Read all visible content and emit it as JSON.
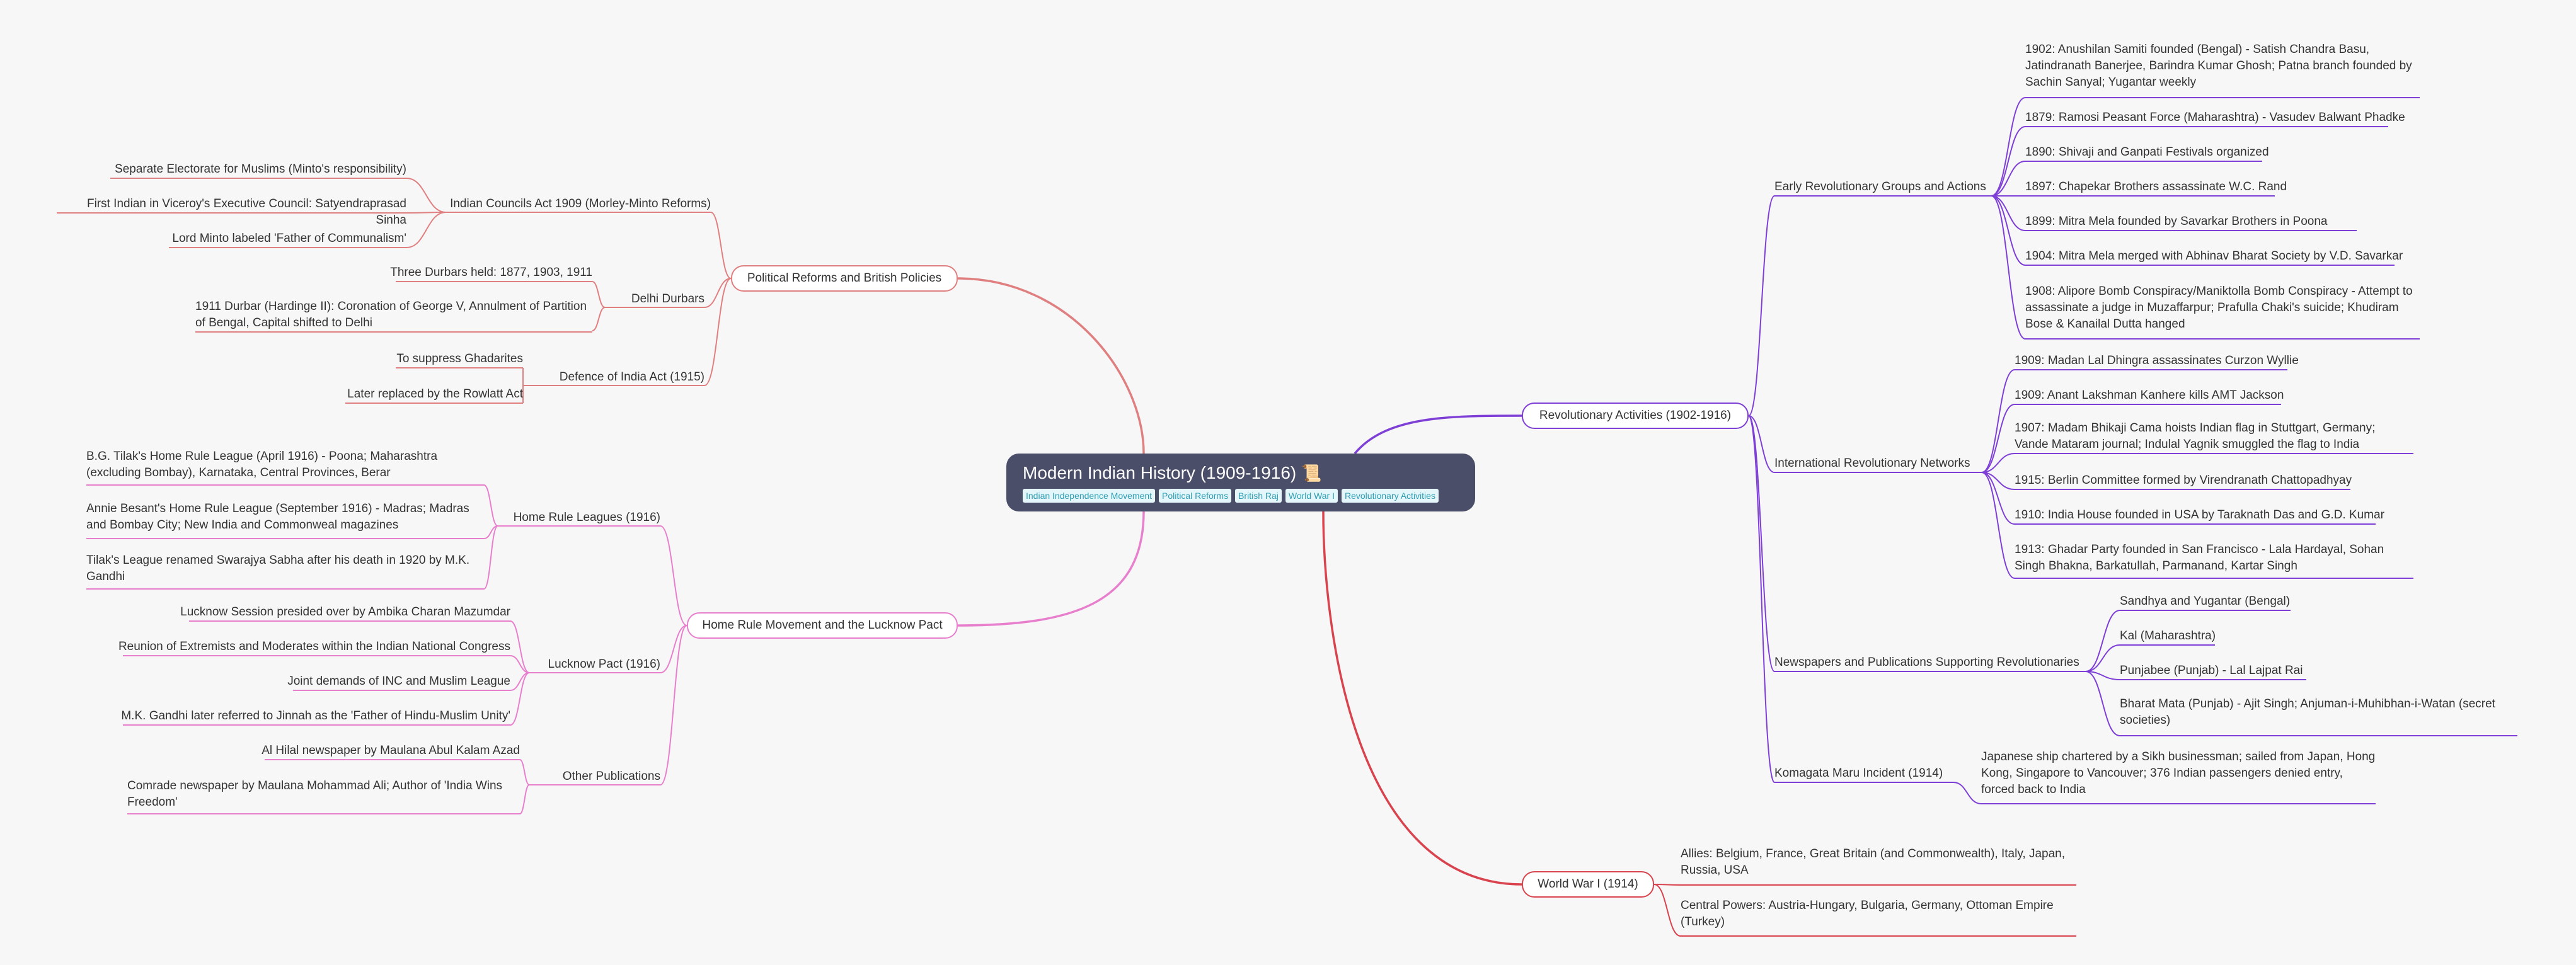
{
  "root": {
    "title": "Modern Indian History (1909-1916)",
    "icon": "scroll-icon",
    "tags": [
      "Indian Independence Movement",
      "Political Reforms",
      "British Raj",
      "World War I",
      "Revolutionary Activities"
    ]
  },
  "colors": {
    "political": "#e07f80",
    "homerule": "#e87fcd",
    "revolutionary": "#7e3fd6",
    "ww1": "#d9434e",
    "root_bg": "#4a4e69",
    "tag_bg": "#e4f6f9",
    "tag_text": "#2e9db3"
  },
  "branches": {
    "political": {
      "label": "Political Reforms and British Policies",
      "children": [
        {
          "label": "Indian Councils Act 1909 (Morley-Minto Reforms)",
          "children": [
            "Separate Electorate for Muslims (Minto's responsibility)",
            "First Indian in Viceroy's Executive Council: Satyendraprasad Sinha",
            "Lord Minto labeled 'Father of Communalism'"
          ]
        },
        {
          "label": "Delhi Durbars",
          "children": [
            "Three Durbars held: 1877, 1903, 1911",
            "1911 Durbar (Hardinge II): Coronation of George V, Annulment of Partition of Bengal, Capital shifted to Delhi"
          ]
        },
        {
          "label": "Defence of India Act (1915)",
          "children": [
            "To suppress Ghadarites",
            "Later replaced by the Rowlatt Act"
          ]
        }
      ]
    },
    "homerule": {
      "label": "Home Rule Movement and the Lucknow Pact",
      "children": [
        {
          "label": "Home Rule Leagues (1916)",
          "children": [
            "B.G. Tilak's Home Rule League (April 1916) - Poona; Maharashtra (excluding Bombay), Karnataka, Central Provinces, Berar",
            "Annie Besant's Home Rule League (September 1916) - Madras; Madras and Bombay City; New India and Commonweal magazines",
            "Tilak's League renamed Swarajya Sabha after his death in 1920 by M.K. Gandhi"
          ]
        },
        {
          "label": "Lucknow Pact (1916)",
          "children": [
            "Lucknow Session presided over by Ambika Charan Mazumdar",
            "Reunion of Extremists and Moderates within the Indian National Congress",
            "Joint demands of INC and Muslim League",
            "M.K. Gandhi later referred to Jinnah as the 'Father of Hindu-Muslim Unity'"
          ]
        },
        {
          "label": "Other Publications",
          "children": [
            "Al Hilal newspaper by Maulana Abul Kalam Azad",
            "Comrade newspaper by Maulana Mohammad Ali; Author of 'India Wins Freedom'"
          ]
        }
      ]
    },
    "revolutionary": {
      "label": "Revolutionary Activities (1902-1916)",
      "children": [
        {
          "label": "Early Revolutionary Groups and Actions",
          "children": [
            "1902: Anushilan Samiti founded (Bengal) - Satish Chandra Basu, Jatindranath Banerjee, Barindra Kumar Ghosh; Patna branch founded by Sachin Sanyal; Yugantar weekly",
            "1879: Ramosi Peasant Force (Maharashtra) - Vasudev Balwant Phadke",
            "1890: Shivaji and Ganpati Festivals organized",
            "1897: Chapekar Brothers assassinate W.C. Rand",
            "1899: Mitra Mela founded by Savarkar Brothers in Poona",
            "1904: Mitra Mela merged with Abhinav Bharat Society by V.D. Savarkar",
            "1908: Alipore Bomb Conspiracy/Maniktolla Bomb Conspiracy - Attempt to assassinate a judge in Muzaffarpur; Prafulla Chaki's suicide; Khudiram Bose & Kanailal Dutta hanged"
          ]
        },
        {
          "label": "International Revolutionary Networks",
          "children": [
            "1909: Madan Lal Dhingra assassinates Curzon Wyllie",
            "1909: Anant Lakshman Kanhere kills AMT Jackson",
            "1907: Madam Bhikaji Cama hoists Indian flag in Stuttgart, Germany; Vande Mataram journal; Indulal Yagnik smuggled the flag to India",
            "1915: Berlin Committee formed by Virendranath Chattopadhyay",
            "1910: India House founded in USA by Taraknath Das and G.D. Kumar",
            "1913: Ghadar Party founded in San Francisco - Lala Hardayal, Sohan Singh Bhakna, Barkatullah, Parmanand, Kartar Singh"
          ]
        },
        {
          "label": "Newspapers and Publications Supporting Revolutionaries",
          "children": [
            "Sandhya and Yugantar (Bengal)",
            "Kal (Maharashtra)",
            "Punjabee (Punjab) - Lal Lajpat Rai",
            "Bharat Mata (Punjab) - Ajit Singh; Anjuman-i-Muhibhan-i-Watan (secret societies)"
          ]
        },
        {
          "label": "Komagata Maru Incident (1914)",
          "children": [
            "Japanese ship chartered by a Sikh businessman; sailed from Japan, Hong Kong, Singapore to Vancouver; 376 Indian passengers denied entry, forced back to India"
          ]
        }
      ]
    },
    "ww1": {
      "label": "World War I (1914)",
      "children": [
        {
          "label": "Allies: Belgium, France, Great Britain (and Commonwealth), Italy, Japan, Russia, USA"
        },
        {
          "label": "Central Powers: Austria-Hungary, Bulgaria, Germany, Ottoman Empire (Turkey)"
        }
      ]
    }
  }
}
